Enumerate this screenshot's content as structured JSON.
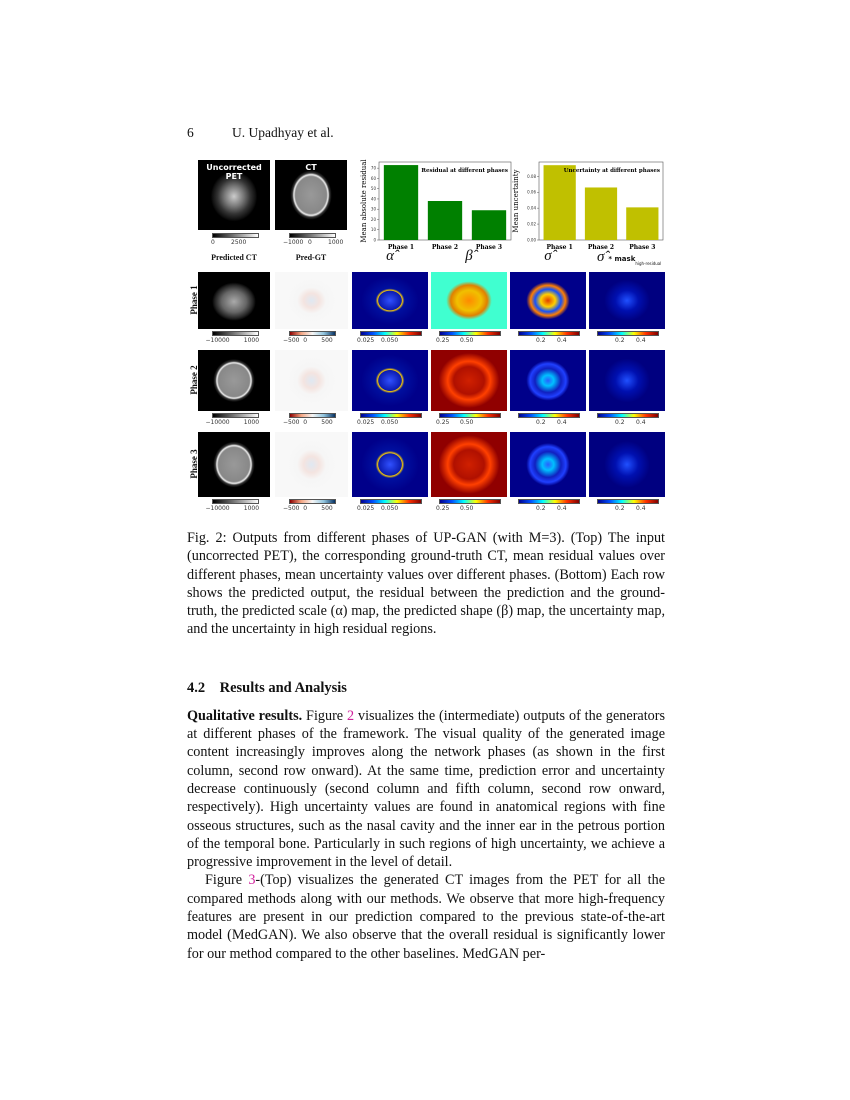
{
  "header": {
    "page_number": "6",
    "authors": "U. Upadhyay et al."
  },
  "figure": {
    "top_images": [
      {
        "label": "Uncorrected PET",
        "ticks": [
          "0",
          "2500"
        ]
      },
      {
        "label": "CT",
        "ticks": [
          "−1000",
          "0",
          "1000"
        ]
      }
    ],
    "column_headers": [
      "Predicted CT",
      "Pred-GT",
      "α̂",
      "β̂",
      "σ̂",
      "σ̂",
      "* mask",
      "high-residual"
    ],
    "row_labels": [
      "Phase 1",
      "Phase 2",
      "Phase 3"
    ],
    "colorbar_ticks": [
      [
        "−1000",
        "0",
        "1000"
      ],
      [
        "−500",
        "0",
        "500"
      ],
      [
        "0.025",
        "0.050"
      ],
      [
        "0.25",
        "0.50"
      ],
      [
        "0.2",
        "0.4"
      ],
      [
        "0.2",
        "0.4"
      ]
    ]
  },
  "chart_data": [
    {
      "type": "bar",
      "title": "Residual at different phases",
      "categories": [
        "Phase 1",
        "Phase 2",
        "Phase 3"
      ],
      "values": [
        73,
        38,
        29
      ],
      "ylabel": "Mean absolute residual",
      "xlabel": "",
      "ylim": [
        0,
        76
      ],
      "yticks": [
        "0",
        "10",
        "20",
        "30",
        "40",
        "50",
        "60",
        "70"
      ],
      "color": "#008000"
    },
    {
      "type": "bar",
      "title": "Uncertainty at different phases",
      "categories": [
        "Phase 1",
        "Phase 2",
        "Phase 3"
      ],
      "values": [
        0.094,
        0.066,
        0.041
      ],
      "ylabel": "Mean uncertainty",
      "xlabel": "",
      "ylim": [
        0,
        0.098
      ],
      "yticks": [
        "0.00",
        "0.02",
        "0.04",
        "0.06",
        "0.08"
      ],
      "color": "#c0c000"
    }
  ],
  "caption": "Fig. 2: Outputs from different phases of UP-GAN (with M=3). (Top) The input (uncorrected PET), the corresponding ground-truth CT, mean residual values over different phases, mean uncertainty values over different phases. (Bottom) Each row shows the predicted output, the residual between the prediction and the ground-truth, the predicted scale (α) map, the predicted shape (β) map, the uncertainty map, and the uncertainty in high residual regions.",
  "section": {
    "number": "4.2",
    "title": "Results and Analysis"
  },
  "para1": {
    "lead": "Qualitative results.",
    "pre": " Figure ",
    "ref": "2",
    "post": " visualizes the (intermediate) outputs of the generators at different phases of the framework. The visual quality of the generated image content increasingly improves along the network phases (as shown in the first column, second row onward). At the same time, prediction error and uncertainty decrease continuously (second column and fifth column, second row onward, respectively). High uncertainty values are found in anatomical regions with fine osseous structures, such as the nasal cavity and the inner ear in the petrous portion of the temporal bone. Particularly in such regions of high uncertainty, we achieve a progressive improvement in the level of detail."
  },
  "para2": {
    "pre": "Figure ",
    "ref": "3",
    "post": "-(Top) visualizes the generated CT images from the PET for all the compared methods along with our methods. We observe that more high-frequency features are present in our prediction compared to the previous state-of-the-art model (MedGAN). We also observe that the overall residual is significantly lower for our method compared to the other baselines. MedGAN per-"
  }
}
